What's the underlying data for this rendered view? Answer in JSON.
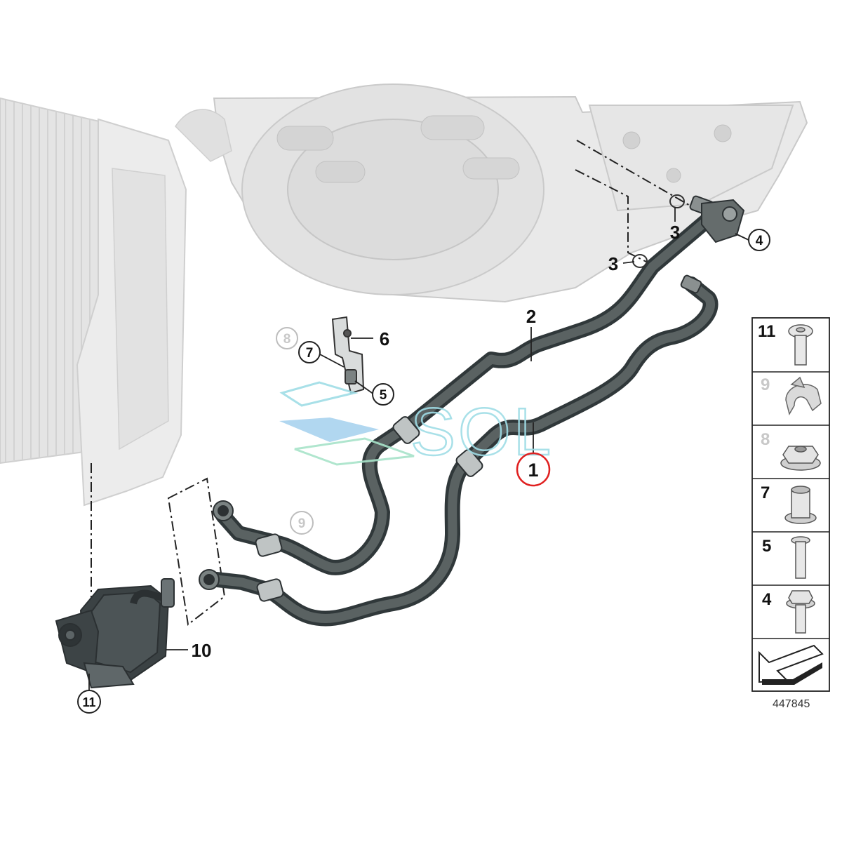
{
  "callouts": [
    {
      "id": "c1",
      "label": "1",
      "highlighted": true,
      "dim": false
    },
    {
      "id": "c2",
      "label": "2",
      "dim": false
    },
    {
      "id": "c3a",
      "label": "3",
      "dim": false
    },
    {
      "id": "c3b",
      "label": "3",
      "dim": false
    },
    {
      "id": "c4",
      "label": "4",
      "dim": false
    },
    {
      "id": "c5",
      "label": "5",
      "dim": false
    },
    {
      "id": "c6",
      "label": "6",
      "dim": false
    },
    {
      "id": "c7",
      "label": "7",
      "dim": false
    },
    {
      "id": "c8",
      "label": "8",
      "dim": true
    },
    {
      "id": "c9",
      "label": "9",
      "dim": true
    },
    {
      "id": "c10",
      "label": "10",
      "dim": false
    },
    {
      "id": "c11",
      "label": "11",
      "dim": false
    }
  ],
  "legend": [
    {
      "label": "11",
      "part": "torx-bolt",
      "dim": false
    },
    {
      "label": "9",
      "part": "clip",
      "dim": true
    },
    {
      "label": "8",
      "part": "hex-nut",
      "dim": true
    },
    {
      "label": "7",
      "part": "sleeve",
      "dim": false
    },
    {
      "label": "5",
      "part": "bolt",
      "dim": false
    },
    {
      "label": "4",
      "part": "hex-bolt",
      "dim": false
    },
    {
      "label": "",
      "part": "direction-arrow",
      "dim": false
    }
  ],
  "diagram_id": "447845",
  "watermark": {
    "text": "SOL"
  },
  "colors": {
    "highlight_circle": "#e02020",
    "hose": "#4b5150",
    "background_parts": "#e4e4e4",
    "watermark": "#9fdde6"
  }
}
